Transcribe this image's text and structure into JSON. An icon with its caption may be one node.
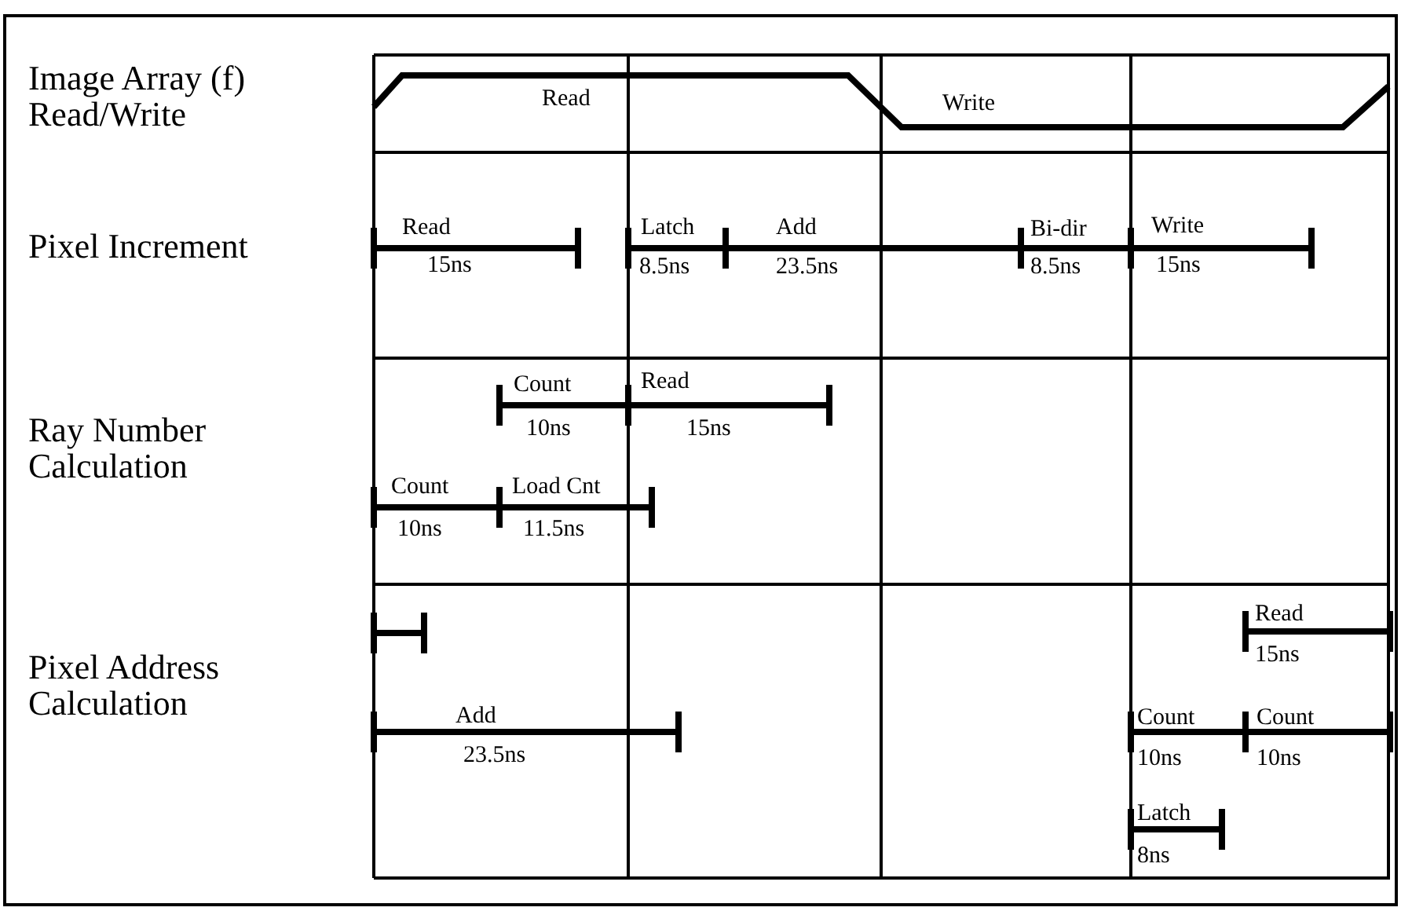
{
  "diagram": {
    "labels": [
      "Image Array (f) Read/Write",
      "Read",
      "Write",
      "Pixel Increment",
      "Read",
      "15ns",
      "Latch",
      "8.5ns",
      "Add",
      "23.5ns",
      "Bi-dir",
      "8.5ns",
      "Write",
      "15ns",
      "Ray Number Calculation",
      "Count",
      "10ns",
      "Read",
      "15ns",
      "Count",
      "10ns",
      "Load Cnt",
      "11.5ns",
      "Pixel Address Calculation",
      "Read",
      "15ns",
      "Add",
      "23.5ns",
      "Count",
      "10ns",
      "Count",
      "10ns",
      "Latch",
      "8ns"
    ]
  }
}
